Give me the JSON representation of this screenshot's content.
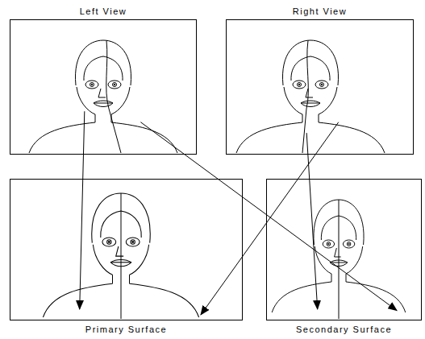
{
  "diagram": {
    "nodes": [
      {
        "text": [
          "Left View"
        ]
      },
      {
        "text": [
          "Right View"
        ]
      },
      {
        "text": [
          "Primary Surface"
        ]
      },
      {
        "text": [
          "Secondary Surface"
        ]
      }
    ],
    "edges": [
      {
        "from": 0,
        "to": 2,
        "arrow": "to"
      },
      {
        "from": 0,
        "to": 3,
        "arrow": "to"
      },
      {
        "from": 1,
        "to": 2,
        "arrow": "to"
      },
      {
        "from": 1,
        "to": 3,
        "arrow": "to"
      }
    ]
  }
}
